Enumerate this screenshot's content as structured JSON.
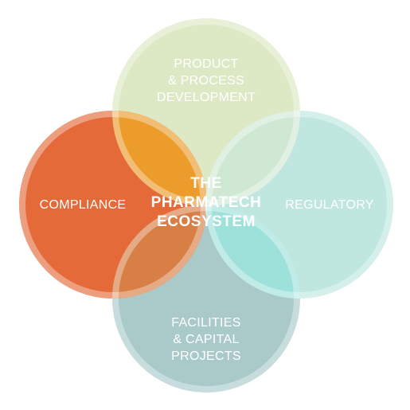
{
  "diagram": {
    "center_label": [
      "THE",
      "PHARMATECH",
      "ECOSYSTEM"
    ],
    "circles": {
      "top": {
        "label": [
          "PRODUCT",
          "& PROCESS",
          "DEVELOPMENT"
        ],
        "color": "#dde9c4"
      },
      "right": {
        "label": [
          "REGULATORY"
        ],
        "color": "#bfe7e0"
      },
      "bottom": {
        "label": [
          "FACILITIES",
          "& CAPITAL",
          "PROJECTS"
        ],
        "color": "#aacaca"
      },
      "left": {
        "label": [
          "COMPLIANCE"
        ],
        "color": "#e46a3a"
      }
    },
    "overlap_colors": {
      "top_left": "#eb9c2b",
      "bottom_left": "#d87f46",
      "top_right": "#cfe8d4",
      "bottom_right": "#9ee0da",
      "outline": "#ffffff"
    }
  }
}
